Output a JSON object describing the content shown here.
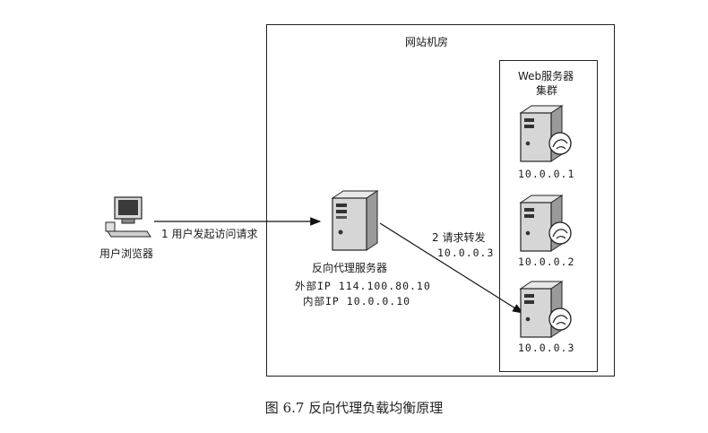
{
  "datacenter": {
    "title": "网站机房"
  },
  "cluster": {
    "title_line1": "Web服务器",
    "title_line2": "集群"
  },
  "client": {
    "label": "用户浏览器"
  },
  "proxy": {
    "name": "反向代理服务器",
    "external_ip": "外部IP  114.100.80.10",
    "internal_ip": "内部IP  10.0.0.10"
  },
  "edges": {
    "step1": "1 用户发起访问请求",
    "step2": "2 请求转发",
    "step2_target": "10.0.0.3"
  },
  "servers": [
    {
      "ip": "10.0.0.1"
    },
    {
      "ip": "10.0.0.2"
    },
    {
      "ip": "10.0.0.3"
    }
  ],
  "caption": "图 6.7    反向代理负载均衡原理",
  "icons": [
    "desktop-computer-icon",
    "server-tower-icon"
  ]
}
